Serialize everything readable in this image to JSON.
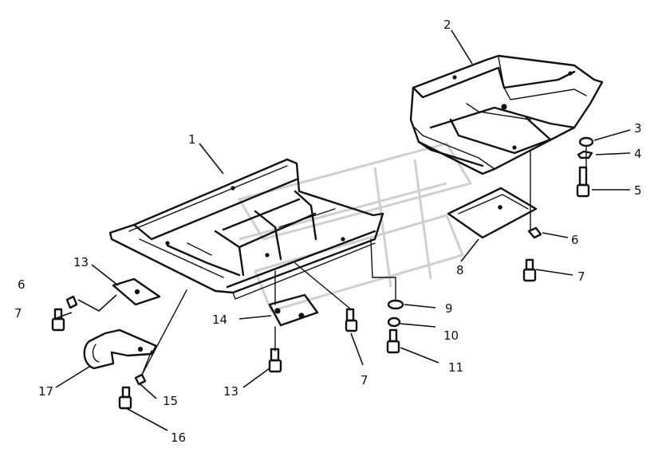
{
  "callouts": [
    {
      "id": "c1",
      "text": "1"
    },
    {
      "id": "c2",
      "text": "2"
    },
    {
      "id": "c3",
      "text": "3"
    },
    {
      "id": "c4",
      "text": "4"
    },
    {
      "id": "c5",
      "text": "5"
    },
    {
      "id": "c6a",
      "text": "6"
    },
    {
      "id": "c7a",
      "text": "7"
    },
    {
      "id": "c8",
      "text": "8"
    },
    {
      "id": "c9",
      "text": "9"
    },
    {
      "id": "c10",
      "text": "10"
    },
    {
      "id": "c11",
      "text": "11"
    },
    {
      "id": "c7b",
      "text": "7"
    },
    {
      "id": "c13a",
      "text": "13"
    },
    {
      "id": "c14",
      "text": "14"
    },
    {
      "id": "c13b",
      "text": "13"
    },
    {
      "id": "c6b",
      "text": "6"
    },
    {
      "id": "c7c",
      "text": "7"
    },
    {
      "id": "c17",
      "text": "17"
    },
    {
      "id": "c15",
      "text": "15"
    },
    {
      "id": "c16",
      "text": "16"
    }
  ]
}
